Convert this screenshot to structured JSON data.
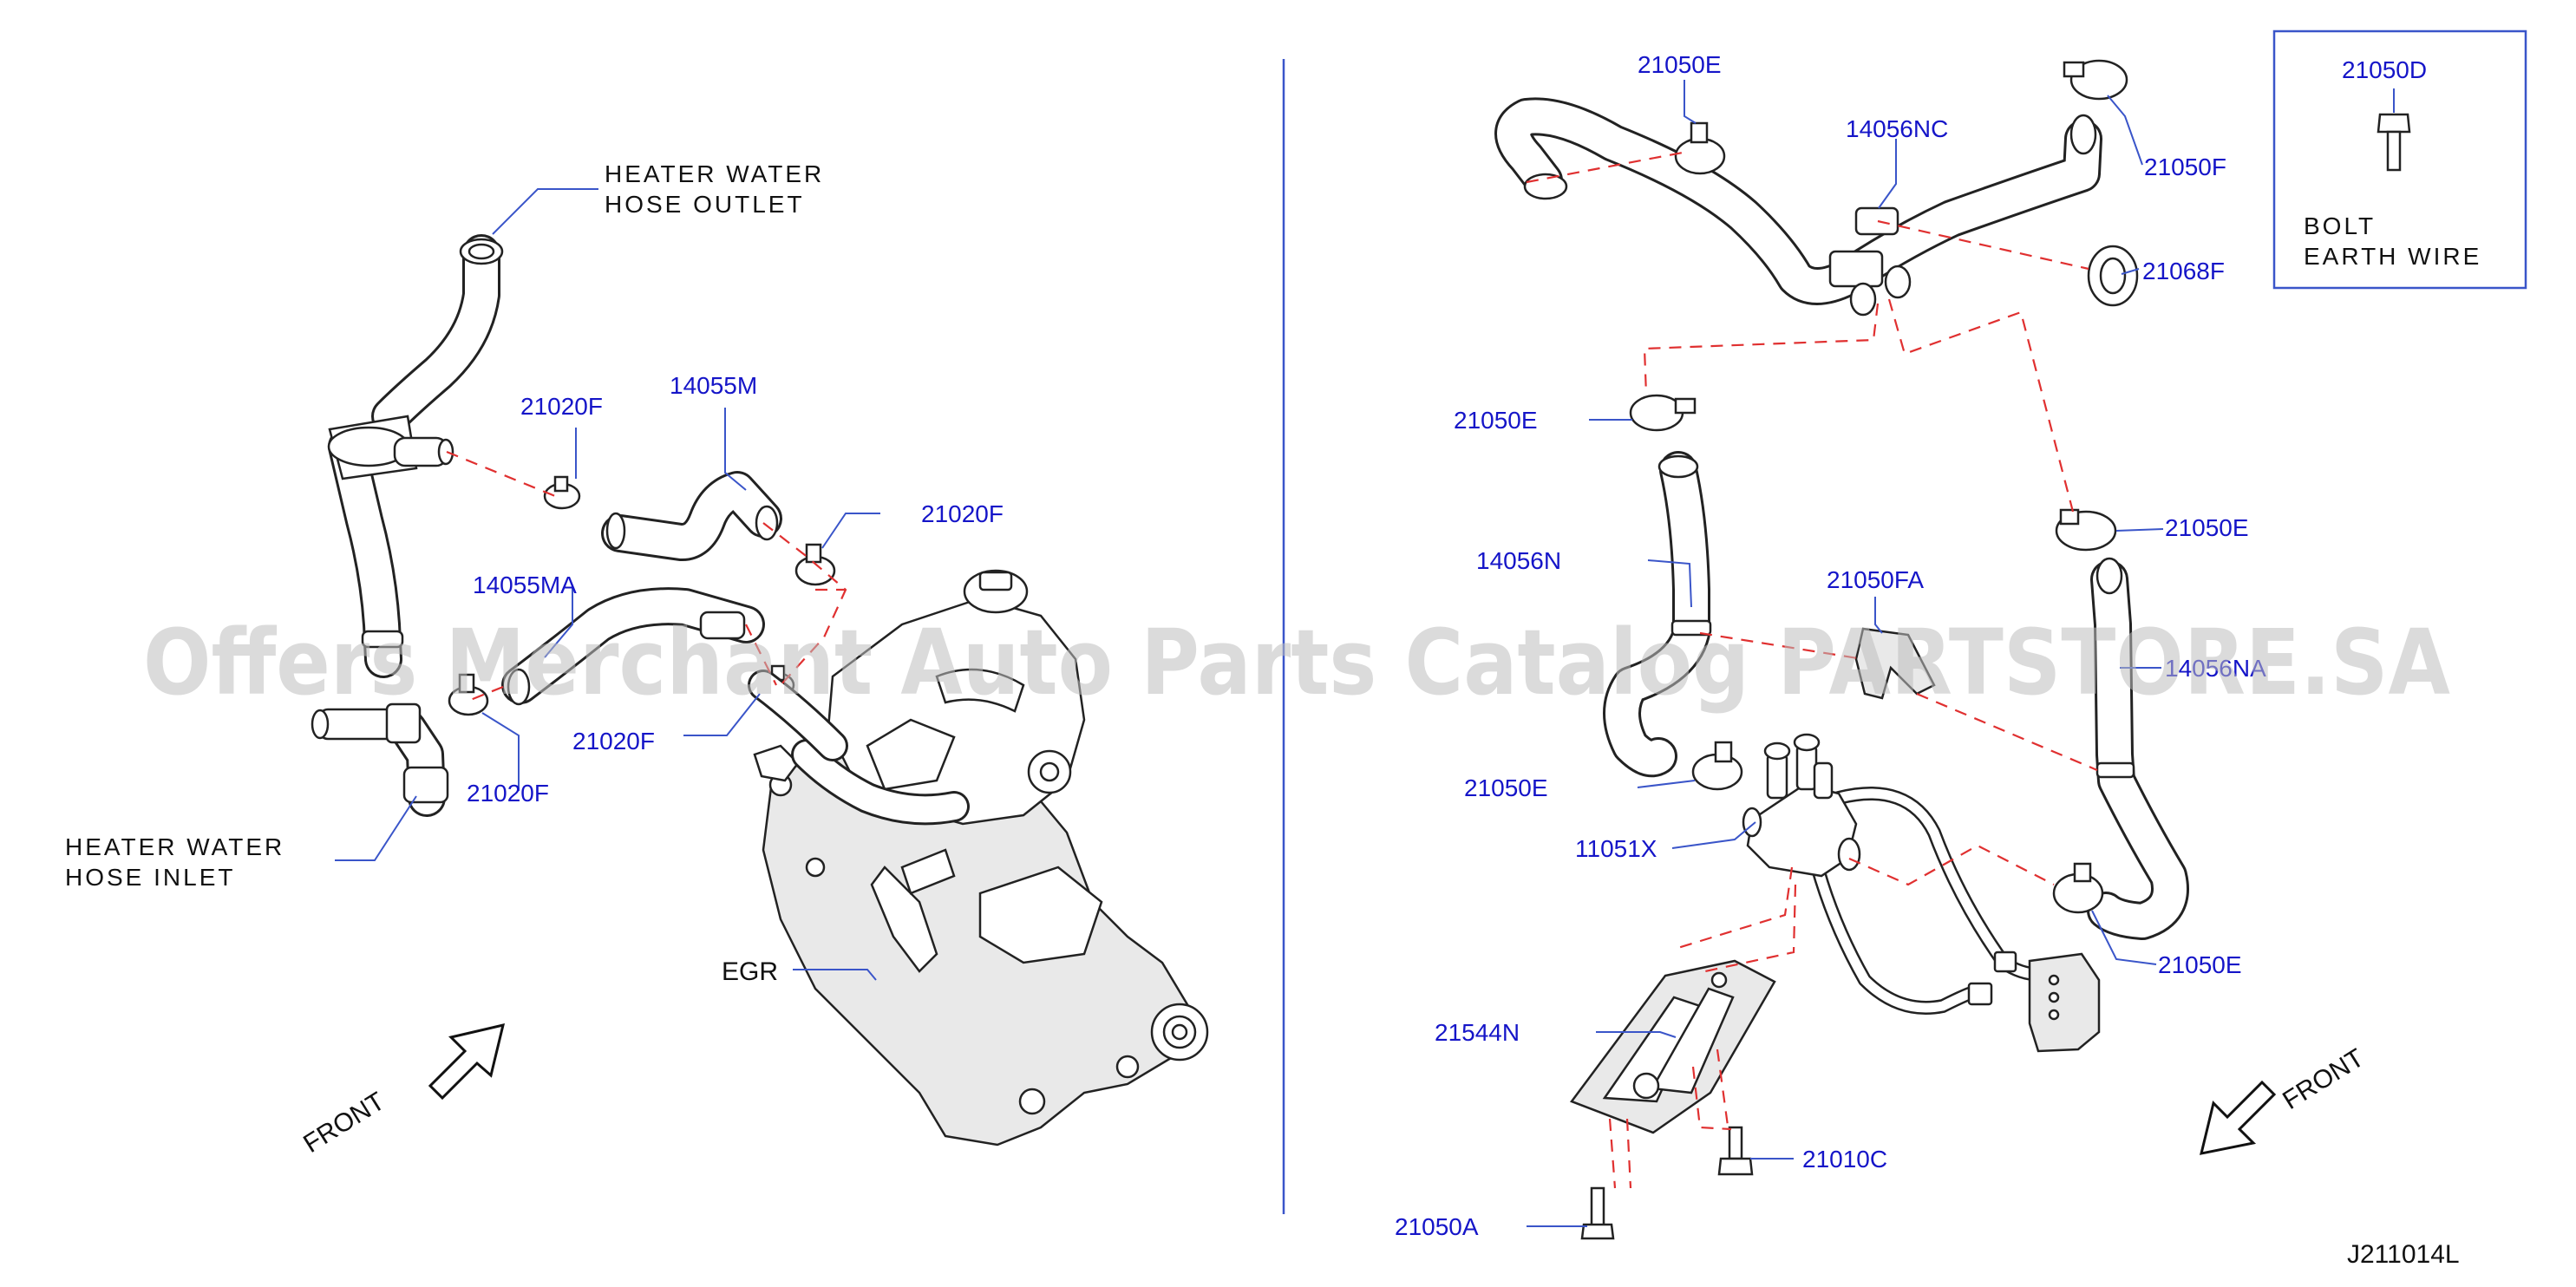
{
  "labels": {
    "heater_outlet_l1": "HEATER   WATER",
    "heater_outlet_l2": "HOSE   OUTLET",
    "heater_inlet_l1": "HEATER   WATER",
    "heater_inlet_l2": "HOSE   INLET",
    "egr": "EGR",
    "front_left": "FRONT",
    "front_right": "FRONT",
    "bolt_l1": "BOLT",
    "bolt_l2": "EARTH   WIRE",
    "diagram_code": "J211014L"
  },
  "parts": {
    "p21020F_a": "21020F",
    "p14055M": "14055M",
    "p21020F_b": "21020F",
    "p14055MA": "14055MA",
    "p21020F_c": "21020F",
    "p21020F_d": "21020F",
    "p21050E_top": "21050E",
    "p14056NC": "14056NC",
    "p21050F": "21050F",
    "p21068F": "21068F",
    "p21050D": "21050D",
    "p21050E_left": "21050E",
    "p21050E_right": "21050E",
    "p14056N": "14056N",
    "p21050FA": "21050FA",
    "p14056NA": "14056NA",
    "p21050E_lower": "21050E",
    "p11051X": "11051X",
    "p21050E_br": "21050E",
    "p21544N": "21544N",
    "p21010C": "21010C",
    "p21050A": "21050A"
  },
  "watermark": "Offers Merchant Auto Parts Catalog PARTSTORE.SA",
  "colors": {
    "part_number": "#1515c8",
    "leader": "#3a55c9",
    "dashed_guide": "#e03030",
    "line_art": "#222222"
  }
}
